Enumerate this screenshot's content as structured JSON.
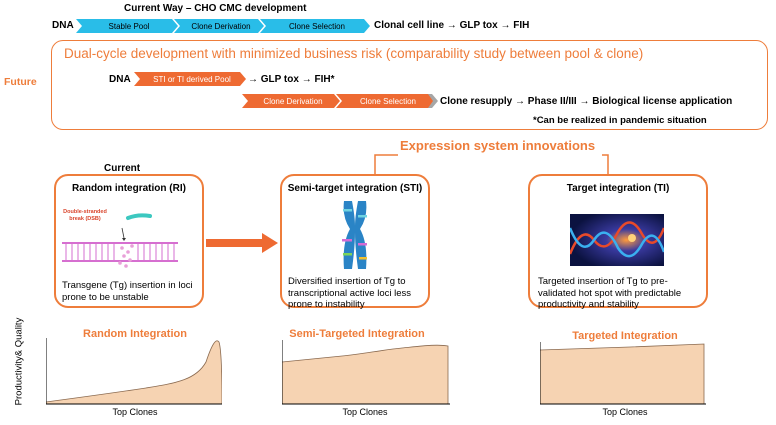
{
  "current_way": {
    "title": "Current Way – CHO CMC development",
    "dna": "DNA",
    "steps": [
      "Stable Pool",
      "Clone Derivation",
      "Clone Selection"
    ],
    "tail": "Clonal cell line → GLP tox → FIH"
  },
  "future": {
    "label": "Future",
    "title": "Dual-cycle development with minimized business risk (comparability study between pool & clone)",
    "dna": "DNA",
    "pool_step": "STI or TI derived Pool",
    "pool_tail": "→ GLP tox → FIH*",
    "clone_steps": [
      "Clone Derivation",
      "Clone Selection"
    ],
    "clone_tail": "Clone resupply → Phase II/III → Biological license application",
    "footnote": "*Can be realized in pandemic situation"
  },
  "innovations": {
    "title": "Expression system innovations",
    "current_label": "Current"
  },
  "panels": [
    {
      "title": "Random integration (RI)",
      "illustration_label": "Double-stranded break (DSB)",
      "text": "Transgene (Tg) insertion in loci prone to be unstable"
    },
    {
      "title": "Semi-target integration (STI)",
      "text": "Diversified insertion of Tg to transcriptional active loci less prone to instability"
    },
    {
      "title": "Target integration (TI)",
      "text": "Targeted insertion of Tg to pre-validated hot spot with predictable productivity and stability"
    }
  ],
  "curves": {
    "ylabel": "Productivity& Quality",
    "xlabel": "Top Clones",
    "titles": [
      "Random Integration",
      "Semi-Targeted Integration",
      "Targeted Integration"
    ]
  },
  "colors": {
    "accent": "#ee7d3b",
    "chevron_blue": "#29bde8",
    "chevron_orange": "#ee6a32",
    "chevron_gray": "#a6a6a6",
    "curve_fill": "#f6d3b2"
  }
}
